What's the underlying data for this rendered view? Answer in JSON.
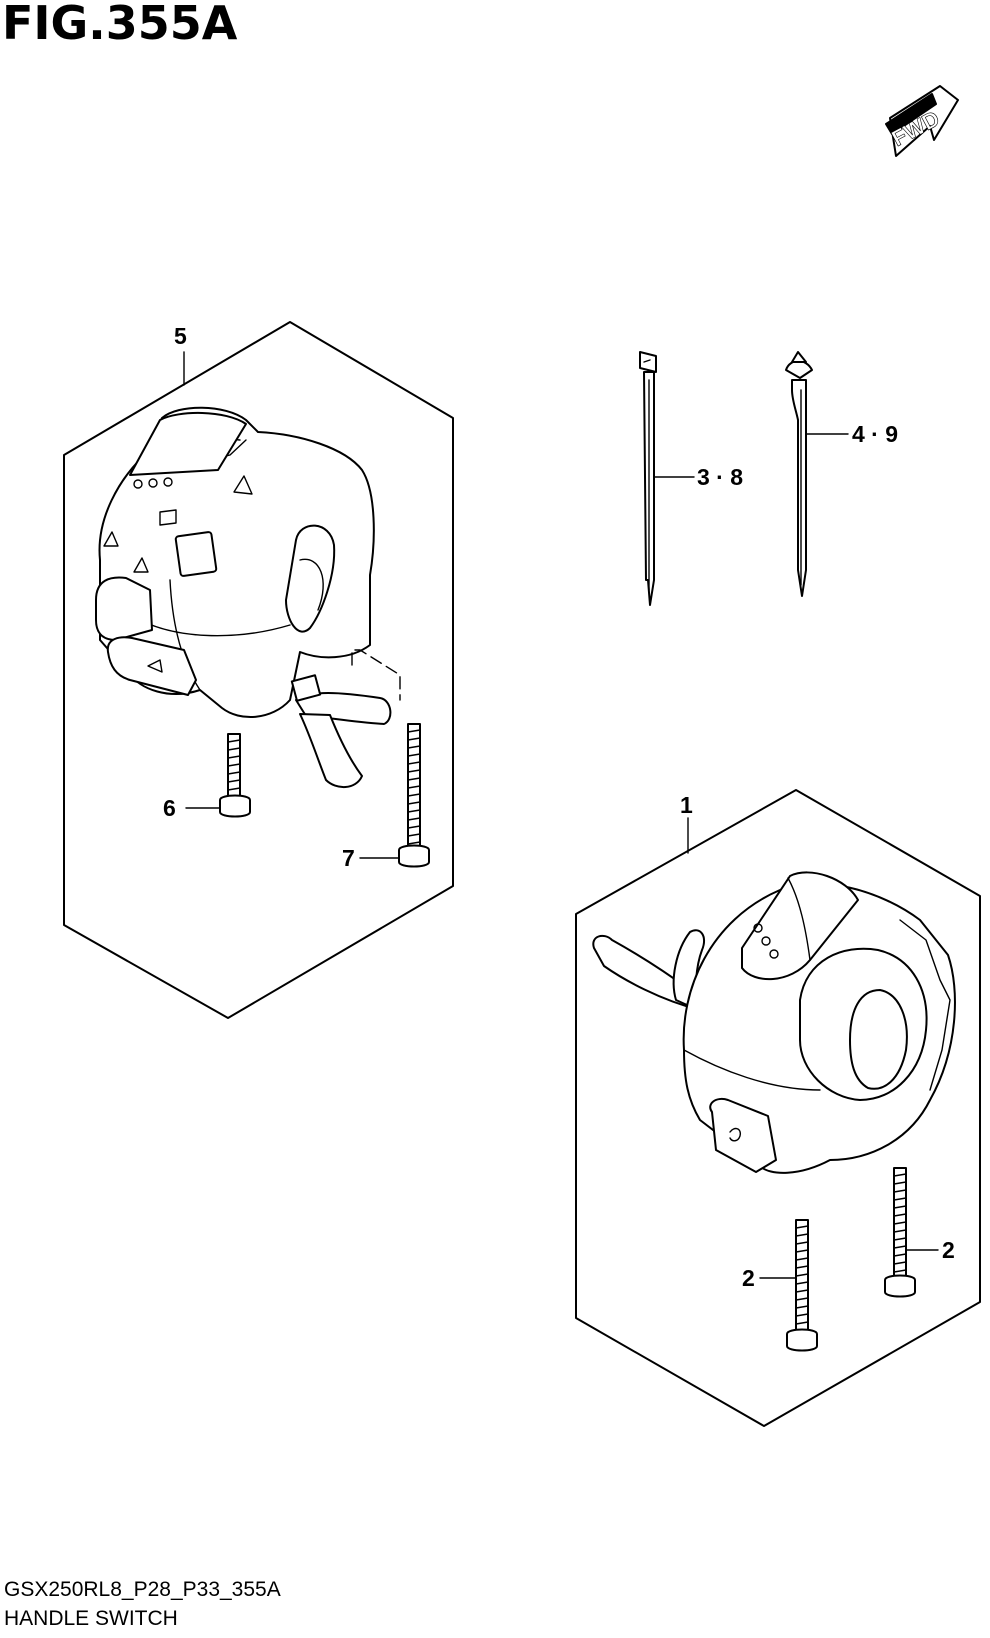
{
  "figure": {
    "title": "FIG.355A",
    "footer_code": "GSX250RL8_P28_P33_355A",
    "footer_name": "HANDLE SWITCH"
  },
  "fwd_arrow": {
    "label": "FWD",
    "icon": "forward-arrow-icon"
  },
  "callouts": {
    "p1": "1",
    "p2a": "2",
    "p2b": "2",
    "p38": "3 · 8",
    "p49": "4 · 9",
    "p5": "5",
    "p6": "6",
    "p7": "7"
  }
}
